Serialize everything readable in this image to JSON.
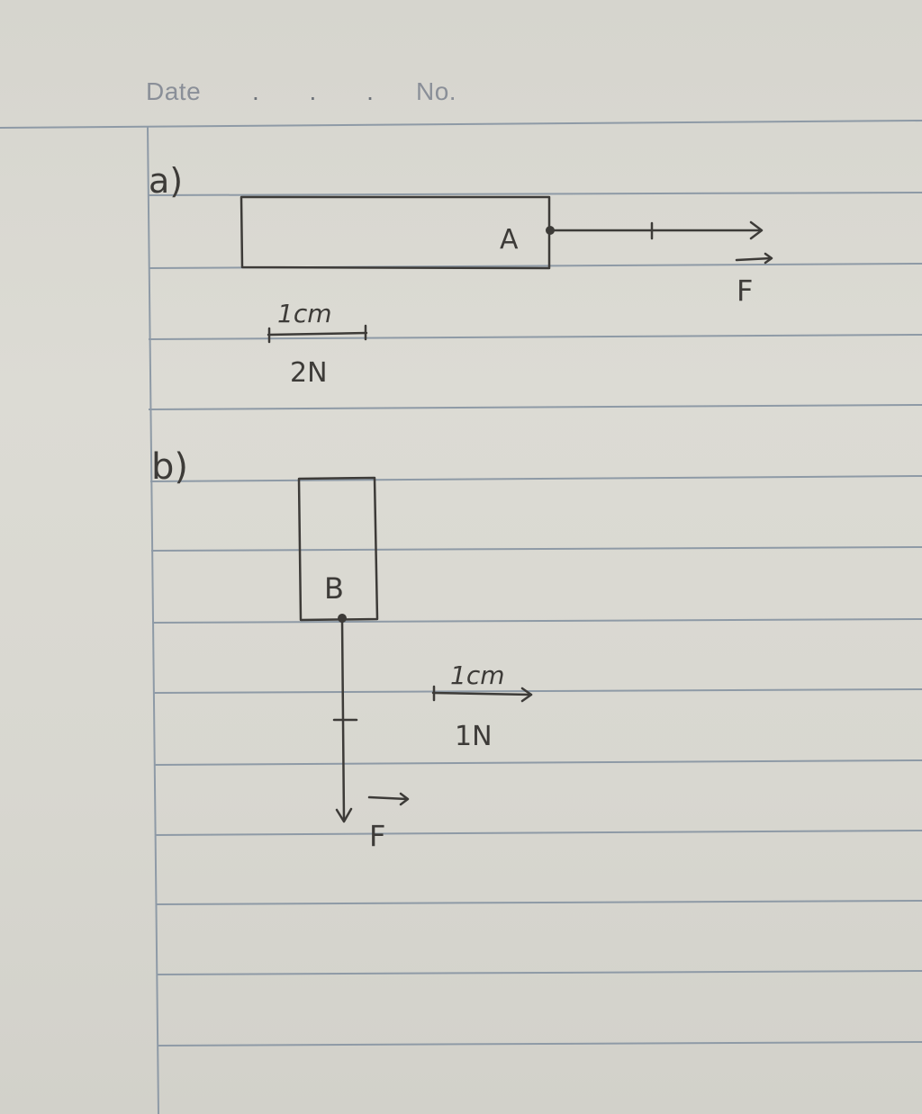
{
  "header": {
    "date_label": "Date",
    "date_dots": ". . .",
    "no_label": "No."
  },
  "part_a": {
    "label": "a)",
    "point": "A",
    "force": "F",
    "scale_length": "1cm",
    "scale_force": "2N"
  },
  "part_b": {
    "label": "b)",
    "point": "B",
    "force": "F",
    "scale_length": "1cm",
    "scale_force": "1N"
  },
  "colors": {
    "paper": "#d9d8d2",
    "rule_line": "#8e9aa6",
    "ink": "#3d3b38",
    "header_text": "#8a8f98"
  }
}
